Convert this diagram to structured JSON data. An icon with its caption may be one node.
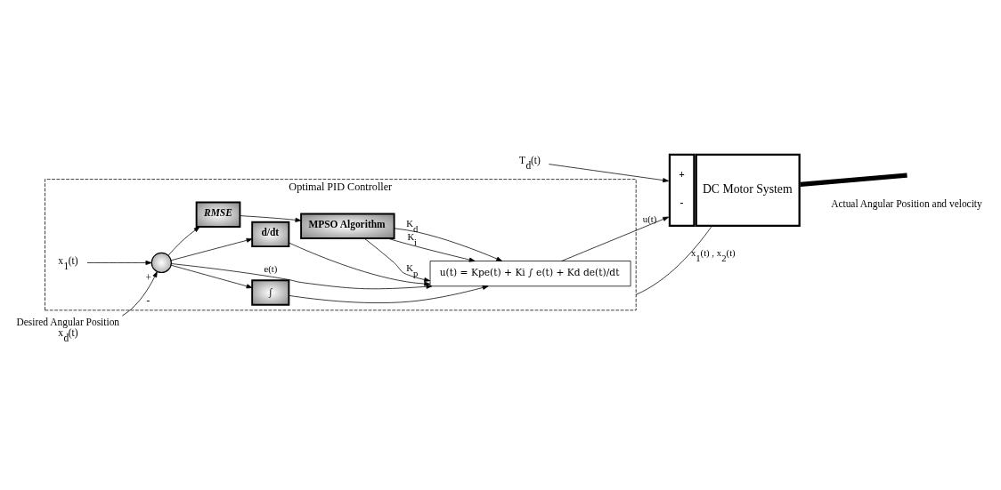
{
  "diagram": {
    "nodes": [
      {
        "text": [
          "Optimal PID Controller"
        ]
      },
      {
        "text": [
          "Desired Angular Position",
          "x$_{d}$(t)"
        ]
      },
      {
        "text": [],
        "shape": "circle",
        "in": 0,
        "beside": [
          "+",
          "-"
        ]
      },
      {
        "text": [
          "x$_{1}$(t)"
        ],
        "in": 0
      },
      {
        "text": [
          "∫"
        ],
        "in": 0
      },
      {
        "text": [
          "u(t) = Kpe(t) + Ki ∫ e(t) + Kd de(t)/dt"
        ],
        "in": 0
      },
      {
        "text": [
          "d/dt"
        ],
        "in": 0
      },
      {
        "text": [
          "RMSE"
        ],
        "in": 0
      },
      {
        "text": [
          "MPSO Algorithm"
        ],
        "in": 0
      },
      {
        "text": [
          "+",
          "-",
          "DC Motor System"
        ]
      },
      {
        "text": [
          "T$_{d}$(t)"
        ]
      }
    ],
    "edges": [
      {
        "from": 1,
        "to": 2,
        "arrow": "to"
      },
      {
        "from": 3,
        "to": 2,
        "arrow": "to"
      },
      {
        "from": 2,
        "to": 4,
        "arrow": "to"
      },
      {
        "from": 2,
        "to": 5,
        "arrow": "to",
        "label": "e(t)"
      },
      {
        "from": 2,
        "to": 6,
        "arrow": "to"
      },
      {
        "from": 2,
        "to": 7,
        "arrow": "to"
      },
      {
        "from": 4,
        "to": 5,
        "arrow": "to"
      },
      {
        "from": 6,
        "to": 5,
        "arrow": "to"
      },
      {
        "from": 7,
        "to": 8,
        "arrow": "to"
      },
      {
        "from": 8,
        "to": 5,
        "arrow": "to",
        "label": "K$_{p}$"
      },
      {
        "from": 8,
        "to": 5,
        "arrow": "to",
        "label": "K$_{i}$"
      },
      {
        "from": 8,
        "to": 5,
        "arrow": "to",
        "label": "K$_{d}$"
      },
      {
        "from": 5,
        "to": 9,
        "arrow": "to",
        "label": "u(t)"
      },
      {
        "from": 10,
        "to": 9,
        "arrow": "to"
      },
      {
        "from": 9,
        "to": 0,
        "arrow": "none",
        "label": "x$_{1}$(t) , x$_{2}$(t)"
      },
      {
        "from": 9,
        "to": null,
        "arrow": "none",
        "style": "thick"
      }
    ],
    "labels": [
      "Actual Angular Position and velocity"
    ]
  }
}
